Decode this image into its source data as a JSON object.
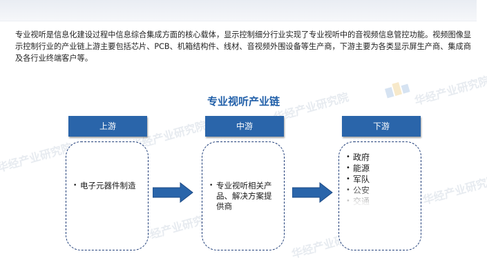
{
  "intro_text": "专业视听是信息化建设过程中信息综合集成方面的核心载体，显示控制细分行业实现了专业视听中的音视频信息管控功能。视频图像显示控制行业的产业链上游主要包括芯片、PCB、机箱结构件、线材、音视频外围设备等生产商，下游主要为各类显示屏生产商、集成商及各行业终端客户等。",
  "diagram": {
    "title": "专业视听产业链",
    "stages": [
      {
        "label": "上游",
        "items": [
          "电子元器件制造"
        ]
      },
      {
        "label": "中游",
        "items": [
          "专业视听相关产品、解决方案提供商"
        ]
      },
      {
        "label": "下游",
        "items": [
          "政府",
          "能源",
          "军队",
          "公安",
          "交通"
        ]
      }
    ]
  },
  "watermark": {
    "text": "华经产业研究院"
  },
  "colors": {
    "accent": "#2a65aa",
    "title": "#1f5ea8",
    "box_border": "#1f3d78"
  },
  "icons": {
    "arrow_1": "right-arrow-icon",
    "arrow_2": "right-arrow-icon",
    "logo": "watermark-logo-icon"
  }
}
